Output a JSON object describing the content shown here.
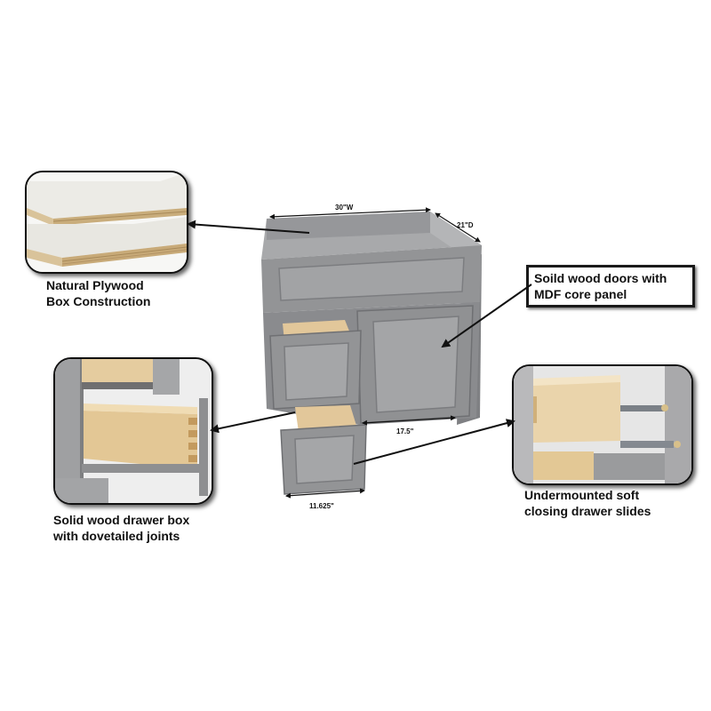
{
  "dimensions": {
    "width": "30\"W",
    "depth": "21\"D",
    "door_width": "17.5\"",
    "drawer_width": "11.625\""
  },
  "callouts": {
    "plywood": {
      "line1": "Natural Plywood",
      "line2": "Box Construction"
    },
    "doors": {
      "line1": "Soild wood doors with",
      "line2": "MDF core panel"
    },
    "drawer_box": {
      "line1": "Solid wood drawer box",
      "line2": "with dovetailed joints"
    },
    "slides": {
      "line1": "Undermounted soft",
      "line2": "closing drawer slides"
    }
  },
  "colors": {
    "cabinet_gray": "#8f9092",
    "cabinet_light": "#a9aaac",
    "wood": "#e2c79a",
    "plywood_face": "#ecebe6"
  }
}
